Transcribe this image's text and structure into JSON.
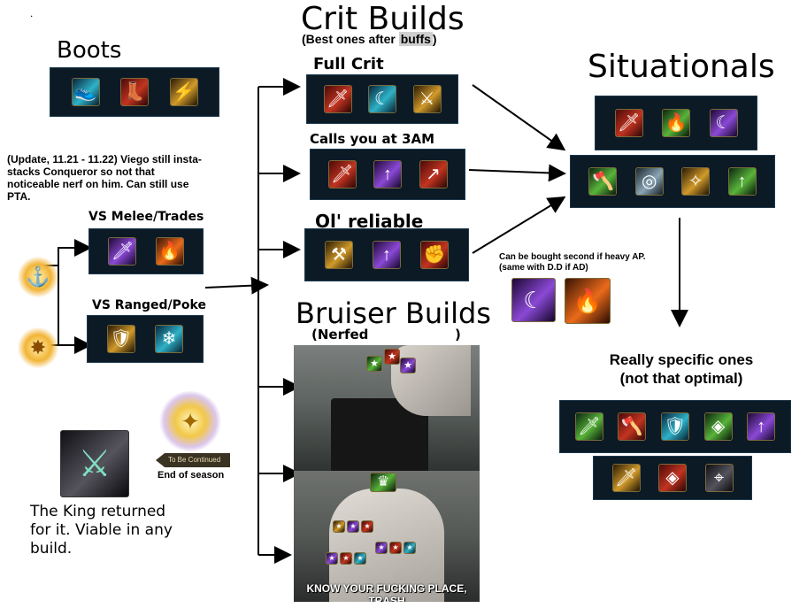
{
  "dot": ".",
  "boots": {
    "title": "Boots",
    "icons": [
      "boot-icon",
      "boot-icon",
      "boot-icon"
    ]
  },
  "crit": {
    "title": "Crit Builds",
    "subtitle_prefix": "(Best ones after ",
    "subtitle_highlight": "buffs",
    "subtitle_suffix": ")",
    "full_crit": {
      "label": "Full Crit",
      "icons": [
        "sword-icon",
        "scythe-icon",
        "blade-icon"
      ]
    },
    "calls": {
      "label": "Calls you at 3AM",
      "icons": [
        "sword-icon",
        "spear-icon",
        "lance-icon"
      ]
    },
    "reliable": {
      "label": "Ol' reliable",
      "icons": [
        "hammer-icon",
        "spear-icon",
        "gauntlet-icon"
      ]
    }
  },
  "situationals": {
    "title": "Situationals",
    "row1": [
      "sword-icon",
      "flame-icon",
      "scythe-icon"
    ],
    "row2": [
      "axe-icon",
      "cannon-icon",
      "wings-icon",
      "spear-icon"
    ],
    "note": "Can be bought second if  heavy AP. (same with D.D if AD)",
    "note_icons": [
      "scythe-icon",
      "flame-icon"
    ]
  },
  "specific": {
    "title_line1": "Really specific ones",
    "title_line2": "(not that optimal)",
    "row1": [
      "sword-icon",
      "axe-icon",
      "shield-icon",
      "armor-icon",
      "spear-icon"
    ],
    "row2": [
      "sword-icon",
      "armor-icon",
      "gun-icon"
    ]
  },
  "update_note": "(Update, 11.21 - 11.22) Viego still insta-stacks Conqueror so not that noticeable nerf on him. Can still use PTA.",
  "vs_melee": {
    "label": "VS Melee/Trades",
    "icons": [
      "dagger-icon",
      "flame-icon"
    ]
  },
  "vs_ranged": {
    "label": "VS Ranged/Poke",
    "icons": [
      "shield-icon",
      "crystal-icon"
    ]
  },
  "runes": [
    "conqueror-rune-icon",
    "pta-rune-icon"
  ],
  "bruiser": {
    "title": "Bruiser Builds",
    "subtitle_open": "(Nerfed",
    "subtitle_close": ")",
    "meme_caption": "KNOW YOUR FUCKING PLACE, TRASH"
  },
  "end_season": {
    "tbc_label": "To Be Continued",
    "label": "End of season"
  },
  "king": {
    "text": "The King returned for it. Viable in any build.",
    "icon": "blade-of-ruined-king-icon"
  }
}
